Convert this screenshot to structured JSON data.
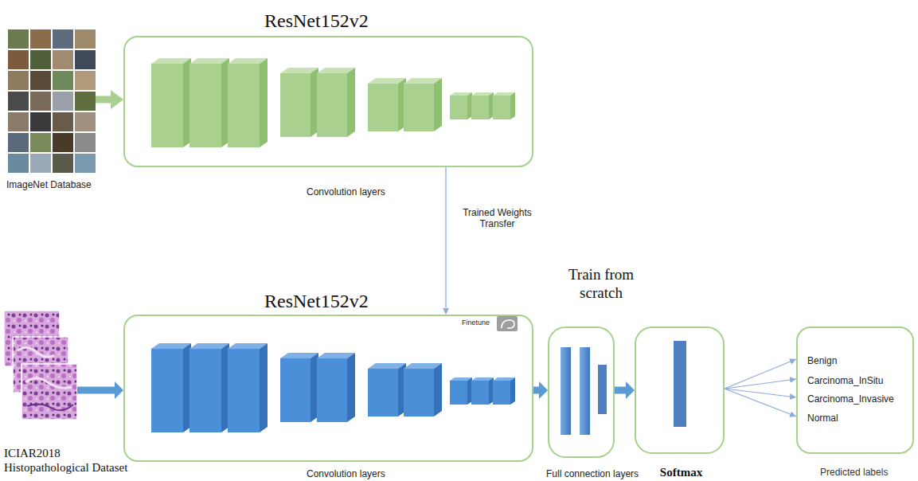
{
  "diagram": {
    "nodes": [
      {
        "text": [
          "ImageNet Database"
        ]
      },
      {
        "text": [
          "ResNet152v2",
          "Convolution layers"
        ]
      },
      {
        "text": [
          "ICIAR2018 Histopathological Dataset"
        ]
      },
      {
        "text": [
          "ResNet152v2",
          "Finetune",
          "Convolution layers"
        ]
      },
      {
        "text": [
          "Train from scratch",
          "Full connection layers"
        ]
      },
      {
        "text": [
          "Softmax"
        ]
      },
      {
        "text": [
          "Benign",
          "Carcinoma_InSitu",
          "Carcinoma_Invasive",
          "Normal",
          "Predicted labels"
        ]
      }
    ],
    "edges": [
      {
        "from": 0,
        "to": 1,
        "arrow": "to"
      },
      {
        "from": 1,
        "to": 3,
        "arrow": "to",
        "label": "Trained Weights Transfer"
      },
      {
        "from": 2,
        "to": 3,
        "arrow": "to"
      },
      {
        "from": 3,
        "to": 4,
        "arrow": "to"
      },
      {
        "from": 4,
        "to": 5,
        "arrow": "to"
      },
      {
        "from": 5,
        "to": 6,
        "arrow": "to"
      }
    ]
  }
}
